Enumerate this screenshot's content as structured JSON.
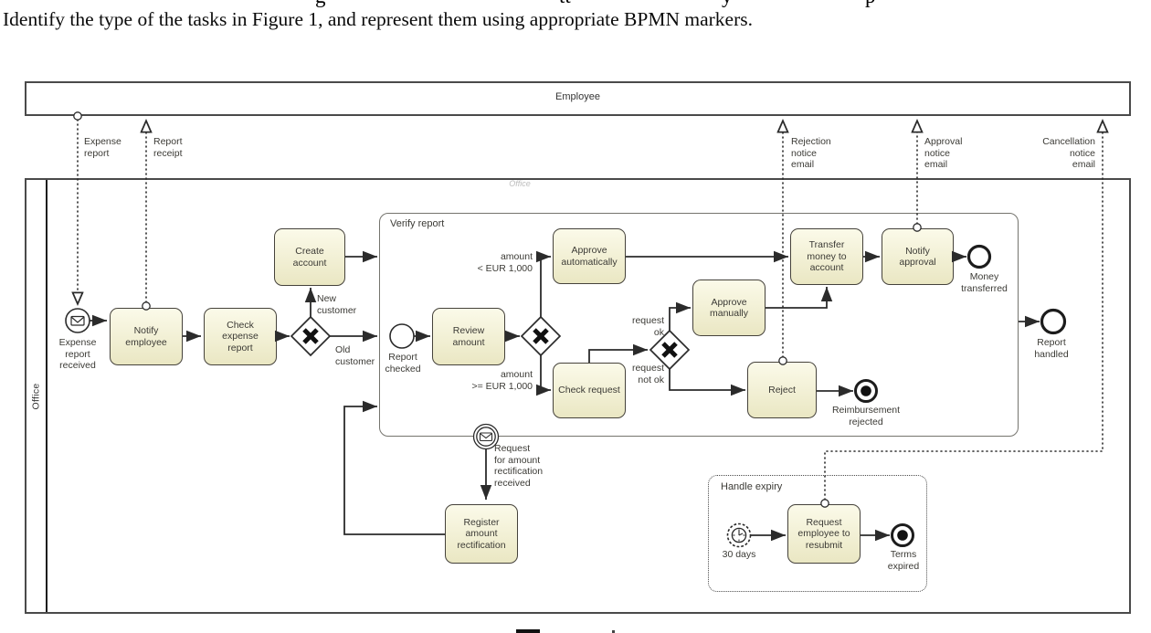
{
  "question": {
    "fragments": [
      "g",
      "tt",
      "y",
      "p"
    ],
    "text": "Identify the type of the tasks in Figure 1, and represent them using appropriate BPMN markers."
  },
  "pools": {
    "employee": {
      "label": "Employee"
    },
    "office": {
      "label": "Office",
      "watermark": "Office"
    }
  },
  "subprocesses": {
    "verify_report": {
      "label": "Verify report"
    },
    "handle_expiry": {
      "label": "Handle expiry"
    }
  },
  "tasks": {
    "notify_employee": "Notify\nemployee",
    "check_expense_report": "Check\nexpense\nreport",
    "create_account": "Create\naccount",
    "review_amount": "Review\namount",
    "approve_automatically": "Approve\nautomatically",
    "check_request": "Check request",
    "approve_manually": "Approve\nmanually",
    "reject": "Reject",
    "transfer_money": "Transfer\nmoney to\naccount",
    "notify_approval": "Notify\napproval",
    "register_rectification": "Register\namount\nrectification",
    "request_resubmit": "Request\nemployee to\nresubmit"
  },
  "events": {
    "expense_report_received": "Expense\nreport\nreceived",
    "report_checked": "Report\nchecked",
    "money_transferred": "Money\ntransferred",
    "reimbursement_rejected": "Reimbursement\nrejected",
    "report_handled": "Report\nhandled",
    "rectification_received": "Request\nfor amount\nrectification\nreceived",
    "timer_30_days": "30 days",
    "terms_expired": "Terms\nexpired"
  },
  "message_flows": {
    "expense_report": "Expense\nreport",
    "report_receipt": "Report\nreceipt",
    "rejection_notice": "Rejection\nnotice\nemail",
    "approval_notice": "Approval\nnotice\nemail",
    "cancellation_notice": "Cancellation\nnotice\nemail"
  },
  "flow_labels": {
    "new_customer": "New\ncustomer",
    "old_customer": "Old\ncustomer",
    "amount_lt": "amount\n< EUR 1,000",
    "amount_gte": "amount\n>= EUR 1,000",
    "request_ok": "request\nok",
    "request_not_ok": "request\nnot ok"
  },
  "colors": {
    "task_fill_top": "#fbfae9",
    "task_fill_bottom": "#eae7c3",
    "task_border": "#45423b",
    "edge": "#2b2b2b",
    "pool_border": "#4a4a4a",
    "subprocess_border": "#75746e",
    "watermark": "#bdbdbd"
  }
}
